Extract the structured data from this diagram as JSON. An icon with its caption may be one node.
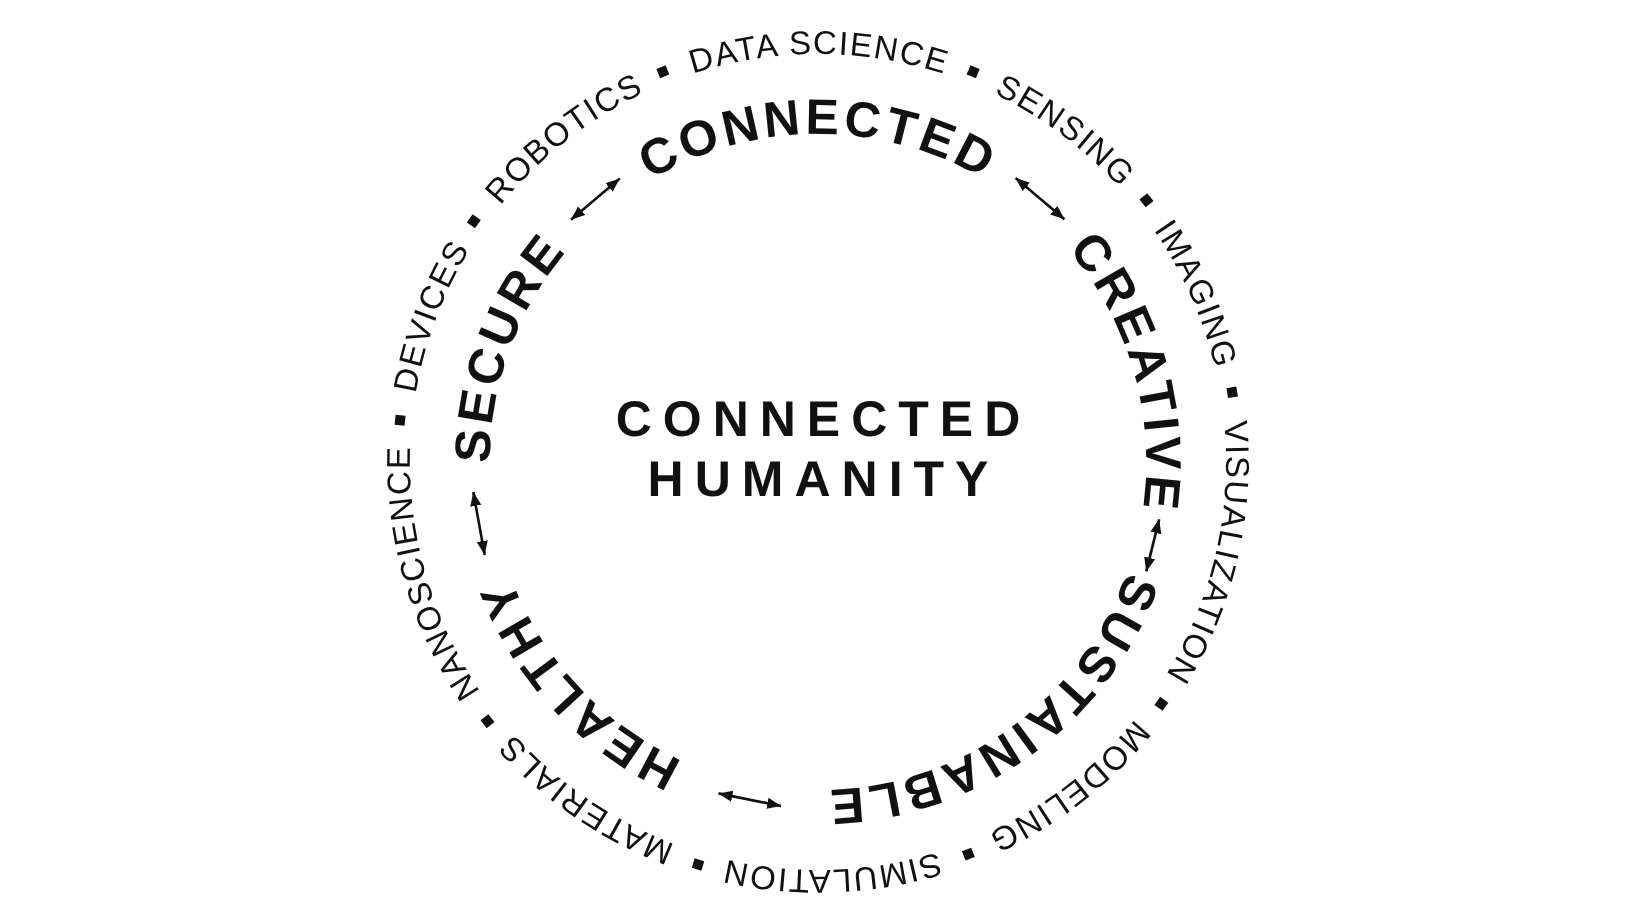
{
  "diagram": {
    "nodes": [
      {
        "text": [
          "CONNECTED"
        ]
      },
      {
        "text": [
          "CREATIVE"
        ]
      },
      {
        "text": [
          "SUSTAINABLE"
        ]
      },
      {
        "text": [
          "HEALTHY"
        ]
      },
      {
        "text": [
          "SECURE"
        ]
      }
    ],
    "edges": [
      {
        "from": 0,
        "to": 1,
        "arrow": "both"
      },
      {
        "from": 1,
        "to": 2,
        "arrow": "both"
      },
      {
        "from": 2,
        "to": 3,
        "arrow": "both"
      },
      {
        "from": 3,
        "to": 4,
        "arrow": "both"
      },
      {
        "from": 4,
        "to": 0,
        "arrow": "both"
      }
    ],
    "labels": [
      "CONNECTED HUMANITY",
      "DATA SCIENCE",
      "SENSING",
      "IMAGING",
      "VISUALIZATION",
      "MODELING",
      "SIMULATION",
      "MATERIALS",
      "NANOSCIENCE",
      "DEVICES",
      "ROBOTICS"
    ]
  }
}
